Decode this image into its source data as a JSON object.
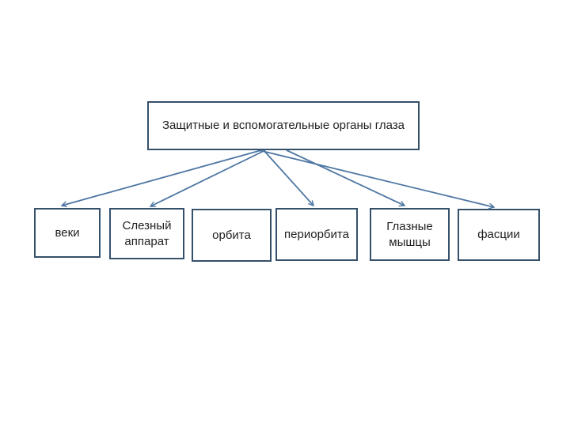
{
  "slide": {
    "type_hint": "hierarchy-diagram",
    "root_label": "Защитные и вспомогательные органы глаза",
    "children": [
      {
        "label": "веки"
      },
      {
        "label": "Слезный аппарат"
      },
      {
        "label": "орбита"
      },
      {
        "label": "периорбита"
      },
      {
        "label": "Глазные мышцы"
      },
      {
        "label": "фасции"
      }
    ],
    "connections": [
      {
        "from": "root",
        "to": "веки"
      },
      {
        "from": "root",
        "to": "Слезный аппарат"
      },
      {
        "from": "root",
        "to": "периорбита"
      },
      {
        "from": "root",
        "to": "Глазные мышцы"
      },
      {
        "from": "root",
        "to": "фасции"
      }
    ],
    "colors": {
      "background": "#ffffff",
      "box_border": "#35506b",
      "connector": "#4d76a3",
      "text": "#1f1f1f"
    }
  }
}
